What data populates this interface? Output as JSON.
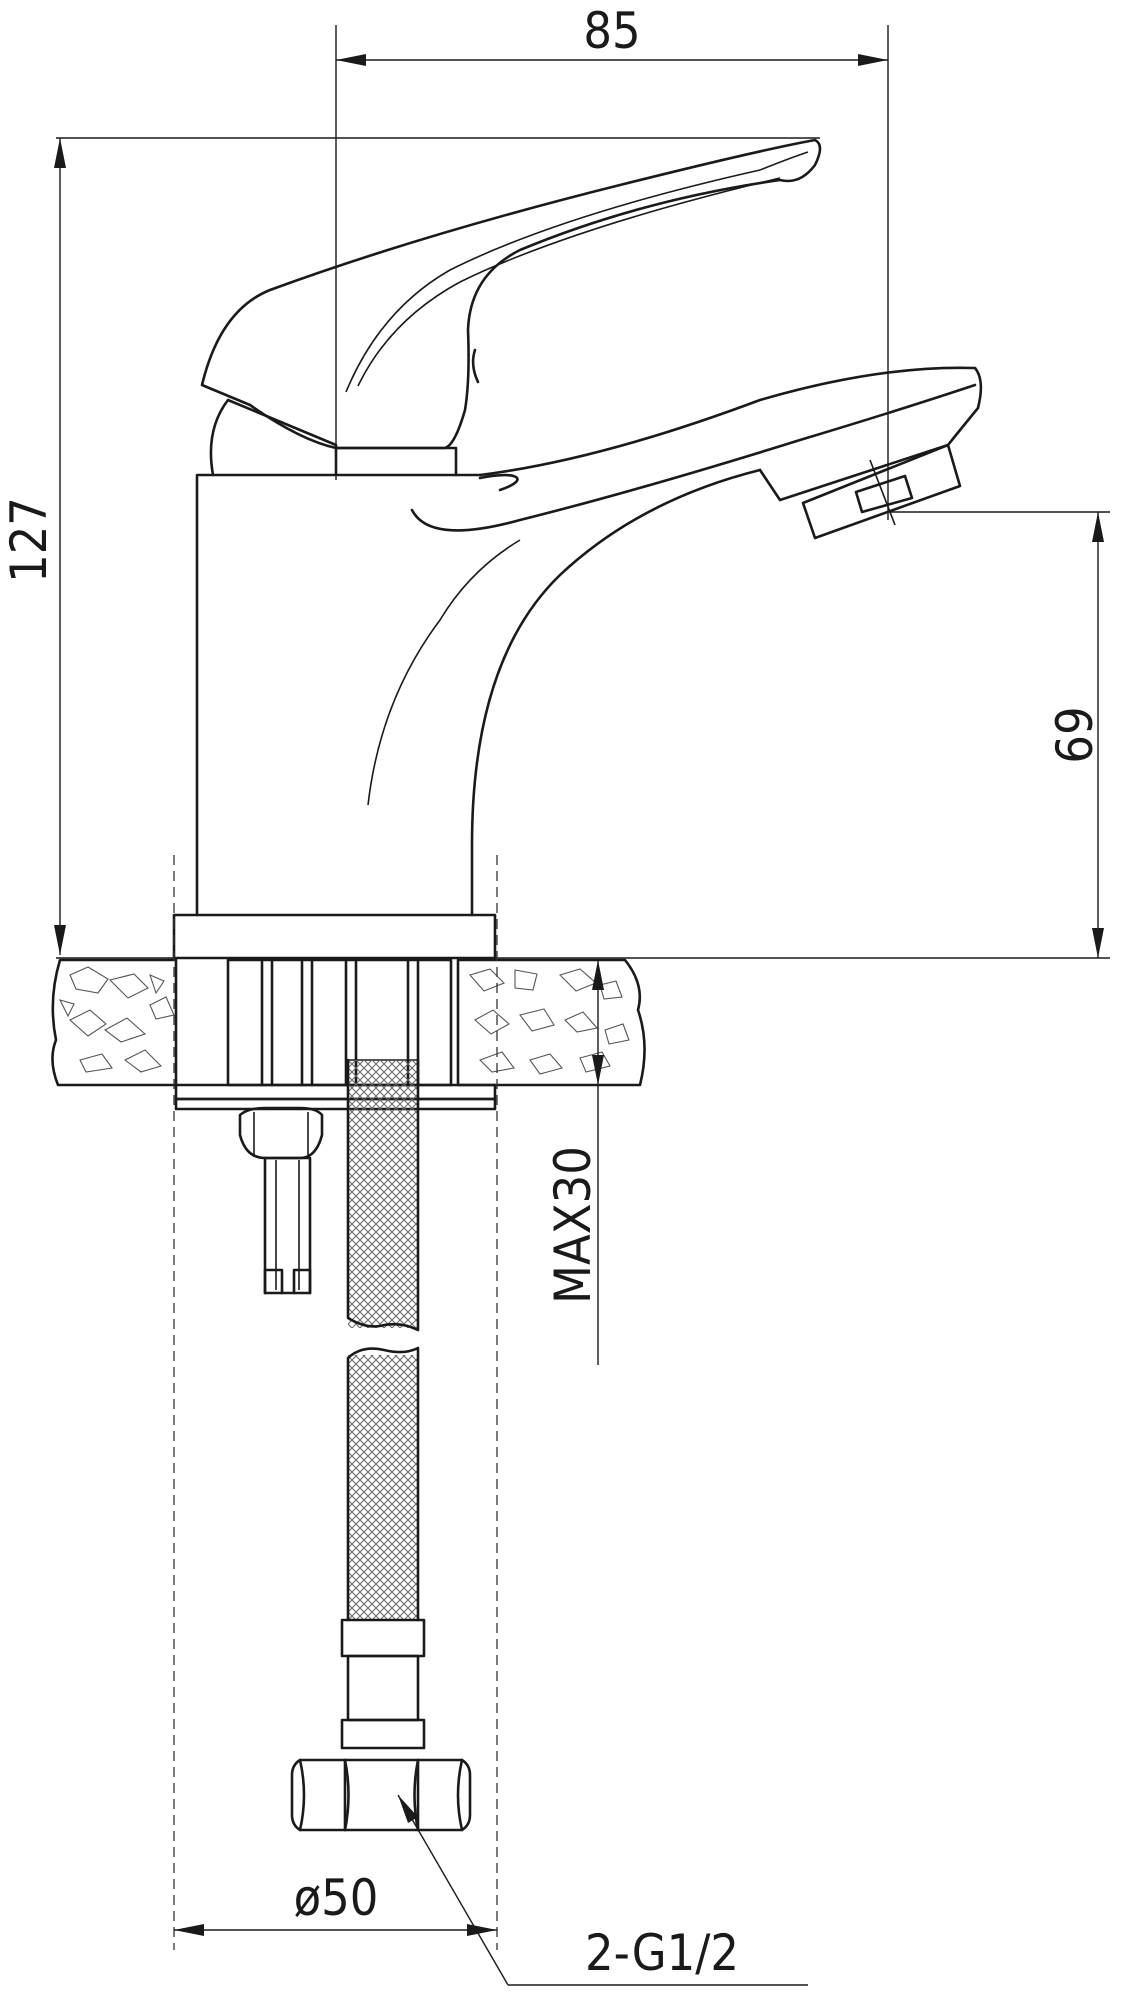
{
  "dimensions": {
    "width_top": "85",
    "overall_height": "127",
    "spout_height": "69",
    "max_deck_thickness": "MAX30",
    "hole_diameter": "ø50",
    "connection_thread": "2-G1/2"
  }
}
